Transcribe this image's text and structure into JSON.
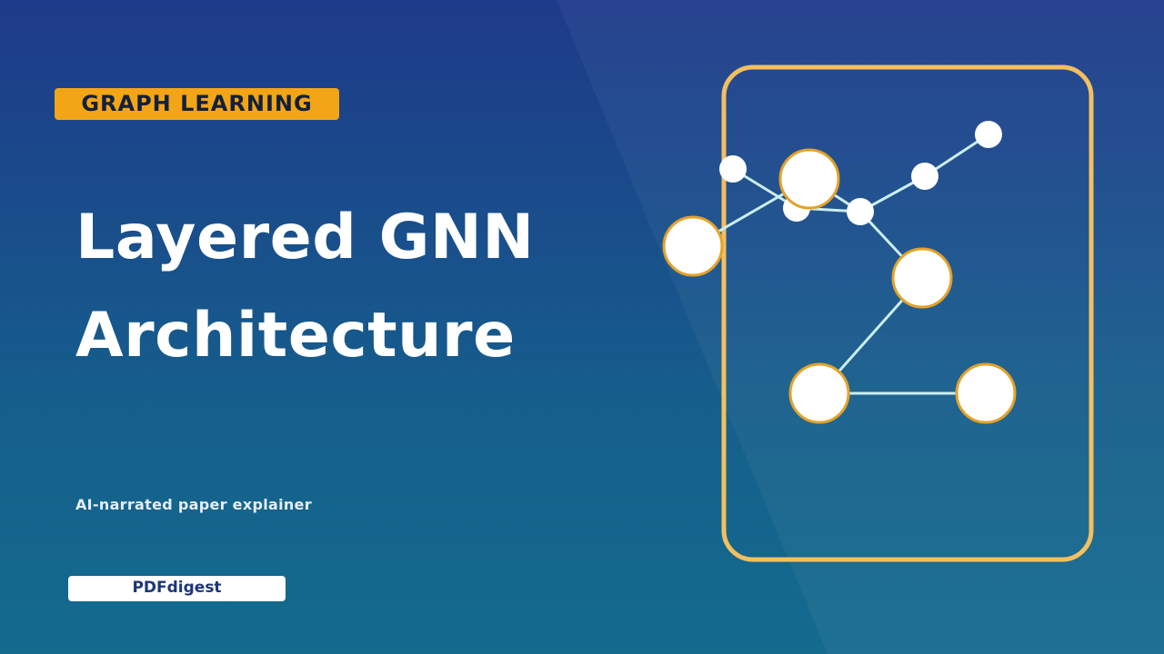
{
  "tag_label": "GRAPH LEARNING",
  "title_line1": "Layered GNN",
  "title_line2": "Architecture",
  "subtitle": "AI-narrated paper explainer",
  "brand": "PDFdigest",
  "colors": {
    "accent": "#f2a516",
    "frame": "#f4bf5f",
    "node_outline": "#e3a22a",
    "edge": "#cbeef0",
    "node_fill": "#ffffff"
  }
}
